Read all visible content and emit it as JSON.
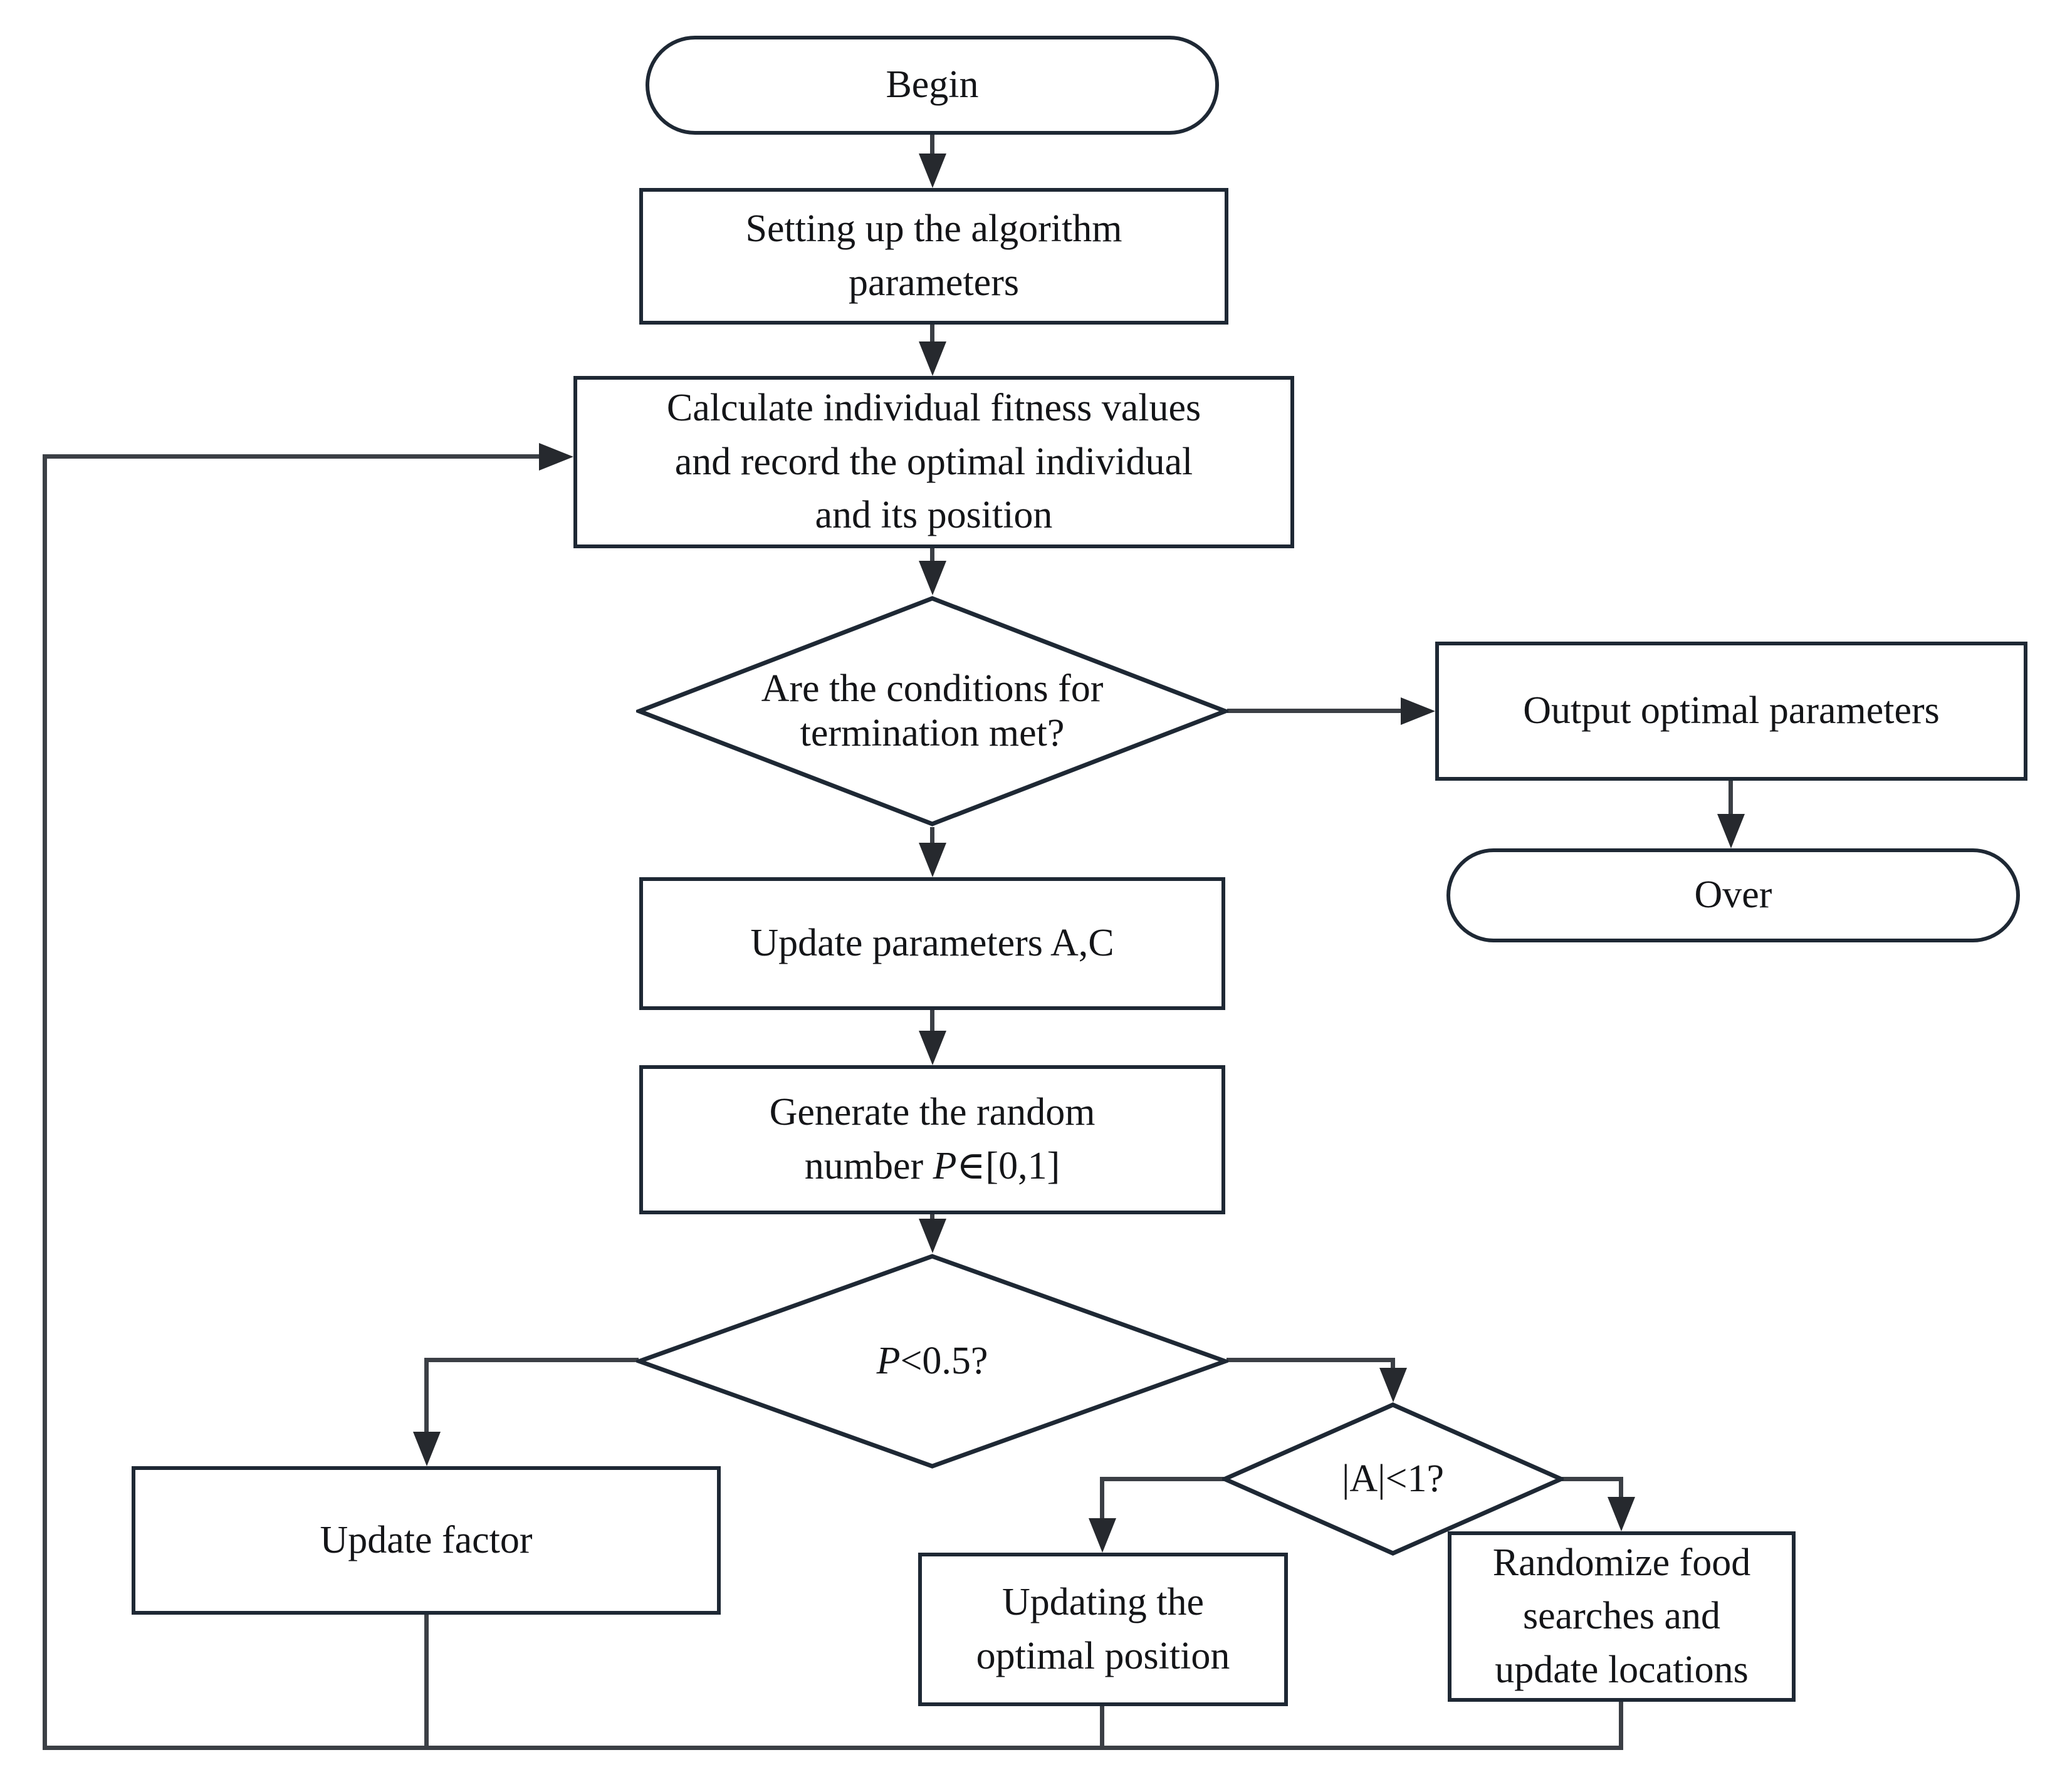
{
  "nodes": {
    "begin": {
      "label": "Begin"
    },
    "setup": {
      "label": "Setting up the algorithm\nparameters"
    },
    "calc": {
      "label": "Calculate individual fitness values\nand record the optimal individual\nand its position"
    },
    "term_decision": {
      "label": "Are the conditions for\ntermination met?"
    },
    "output": {
      "label": "Output optimal parameters"
    },
    "over": {
      "label": "Over"
    },
    "update_ac": {
      "label": "Update parameters A,C"
    },
    "generate": {
      "line1": "Generate the random",
      "line2_prefix": "number ",
      "var": "P",
      "line2_suffix": "∈[0,1]"
    },
    "p_decision": {
      "var": "P",
      "condition": "<0.5?"
    },
    "a_decision": {
      "label": "|A|<1?"
    },
    "update_factor": {
      "label": "Update factor"
    },
    "update_optimal": {
      "label": "Updating the\noptimal position"
    },
    "randomize": {
      "label": "Randomize food\nsearches and\nupdate locations"
    }
  },
  "colors": {
    "box_border": "#1e2834",
    "connector": "#3b3f45",
    "arrowhead": "#26292e",
    "text": "#141518",
    "background": "#ffffff"
  }
}
